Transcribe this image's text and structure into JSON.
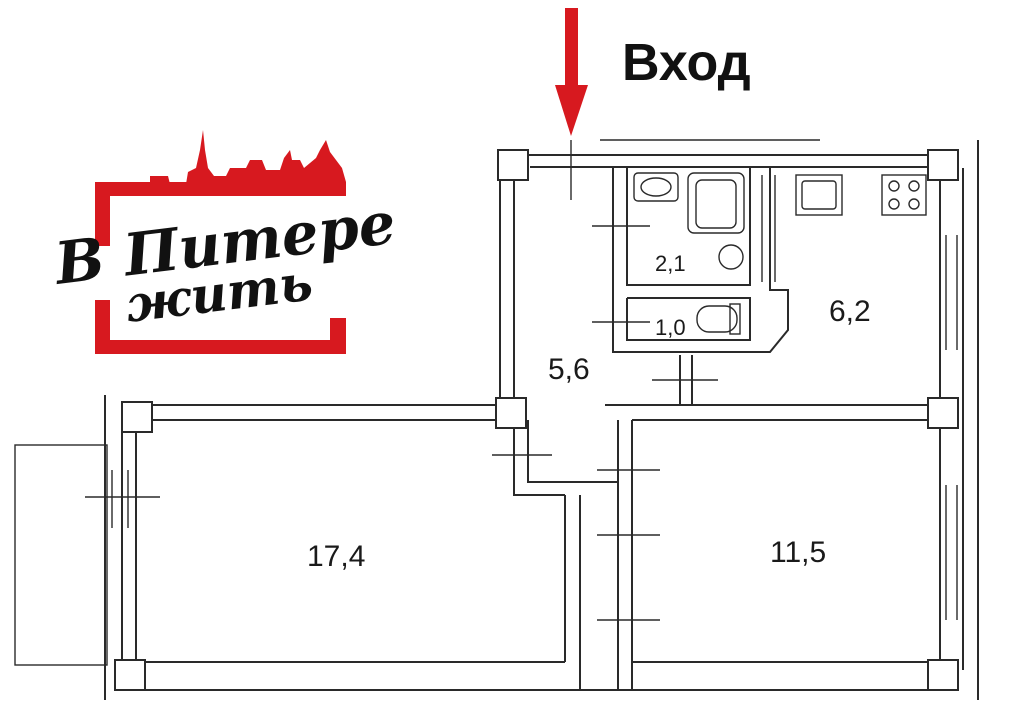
{
  "entrance": {
    "label": "Вход"
  },
  "logo": {
    "lines": [
      "В Питере",
      "жить"
    ],
    "accent_color": "#d7191f"
  },
  "rooms": [
    {
      "id": "bathroom",
      "area": "2,1"
    },
    {
      "id": "toilet",
      "area": "1,0"
    },
    {
      "id": "hallway",
      "area": "5,6"
    },
    {
      "id": "kitchen",
      "area": "6,2"
    },
    {
      "id": "room-left",
      "area": "17,4"
    },
    {
      "id": "room-right",
      "area": "11,5"
    }
  ]
}
